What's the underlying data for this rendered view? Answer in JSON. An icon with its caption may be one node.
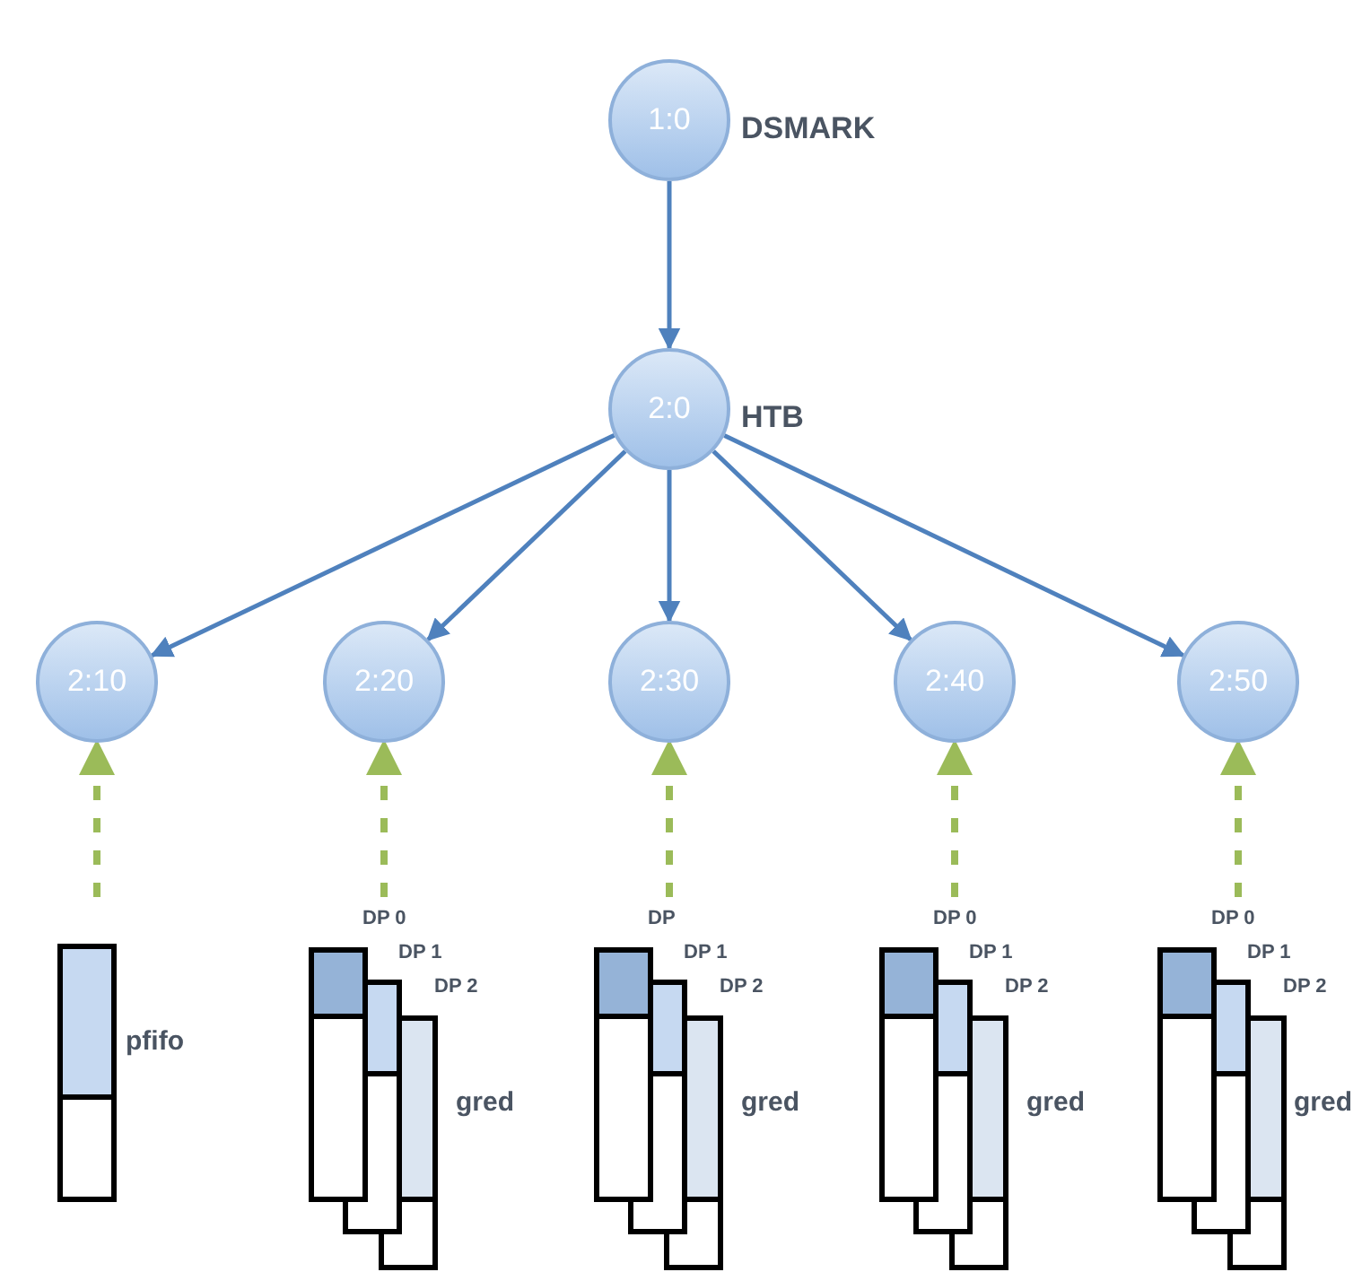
{
  "diagram": {
    "nodes": [
      {
        "text": [
          "1:0"
        ],
        "beside": [
          "DSMARK"
        ]
      },
      {
        "text": [
          "2:0"
        ],
        "beside": [
          "HTB"
        ]
      },
      {
        "text": [
          "2:10"
        ]
      },
      {
        "text": [
          "2:20"
        ]
      },
      {
        "text": [
          "2:30"
        ]
      },
      {
        "text": [
          "2:40"
        ]
      },
      {
        "text": [
          "2:50"
        ]
      },
      {
        "text": [
          "pfifo"
        ]
      },
      {
        "text": [
          "DP 0",
          "DP 1",
          "DP 2",
          "gred"
        ]
      },
      {
        "text": [
          "DP",
          "DP 1",
          "DP 2",
          "gred"
        ]
      },
      {
        "text": [
          "DP 0",
          "DP 1",
          "DP 2",
          "gred"
        ]
      },
      {
        "text": [
          "DP 0",
          "DP 1",
          "DP 2",
          "gred"
        ]
      }
    ],
    "edges": [
      {
        "from": 0,
        "to": 1,
        "arrow": "to"
      },
      {
        "from": 1,
        "to": 2,
        "arrow": "to"
      },
      {
        "from": 1,
        "to": 3,
        "arrow": "to"
      },
      {
        "from": 1,
        "to": 4,
        "arrow": "to"
      },
      {
        "from": 1,
        "to": 5,
        "arrow": "to"
      },
      {
        "from": 1,
        "to": 6,
        "arrow": "to"
      },
      {
        "from": 7,
        "to": 2,
        "arrow": "to",
        "style": "dashed",
        "color": "#9bbb59"
      },
      {
        "from": 8,
        "to": 3,
        "arrow": "to",
        "style": "dashed",
        "color": "#9bbb59"
      },
      {
        "from": 9,
        "to": 4,
        "arrow": "to",
        "style": "dashed",
        "color": "#9bbb59"
      },
      {
        "from": 10,
        "to": 5,
        "arrow": "to",
        "style": "dashed",
        "color": "#9bbb59"
      },
      {
        "from": 11,
        "to": 6,
        "arrow": "to",
        "style": "dashed",
        "color": "#9bbb59"
      }
    ]
  }
}
